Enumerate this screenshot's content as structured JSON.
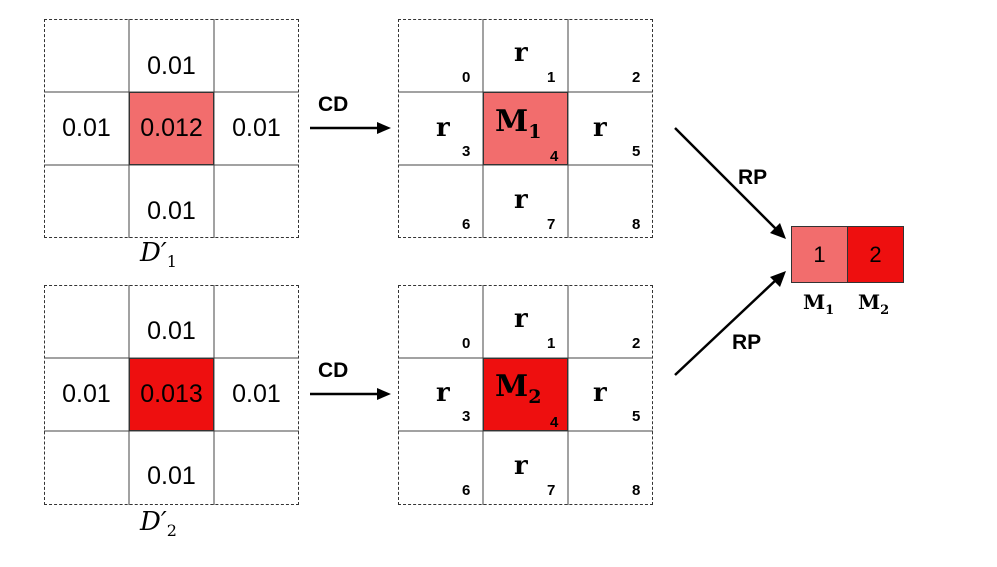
{
  "grid1": {
    "top": "0.01",
    "left": "0.01",
    "center": "0.012",
    "right": "0.01",
    "bottom": "0.01",
    "label_main": "D",
    "label_prime": "′",
    "label_sub": "1"
  },
  "grid2": {
    "top": "0.01",
    "left": "0.01",
    "center": "0.013",
    "right": "0.01",
    "bottom": "0.01",
    "label_main": "D",
    "label_prime": "′",
    "label_sub": "2"
  },
  "neighborhood1": {
    "r_label": "r",
    "center_main": "M",
    "center_sub": "1",
    "indices": [
      "0",
      "1",
      "2",
      "3",
      "4",
      "5",
      "6",
      "7",
      "8"
    ]
  },
  "neighborhood2": {
    "r_label": "r",
    "center_main": "M",
    "center_sub": "2",
    "indices": [
      "0",
      "1",
      "2",
      "3",
      "4",
      "5",
      "6",
      "7",
      "8"
    ]
  },
  "arrows": {
    "cd_top": "CD",
    "cd_bottom": "CD",
    "rp_top": "RP",
    "rp_bottom": "RP"
  },
  "output": {
    "box1_value": "1",
    "box2_value": "2",
    "label1_main": "M",
    "label1_sub": "1",
    "label2_main": "M",
    "label2_sub": "2"
  },
  "colors": {
    "light_red": "#f26d6d",
    "red": "#ee0f0f"
  }
}
